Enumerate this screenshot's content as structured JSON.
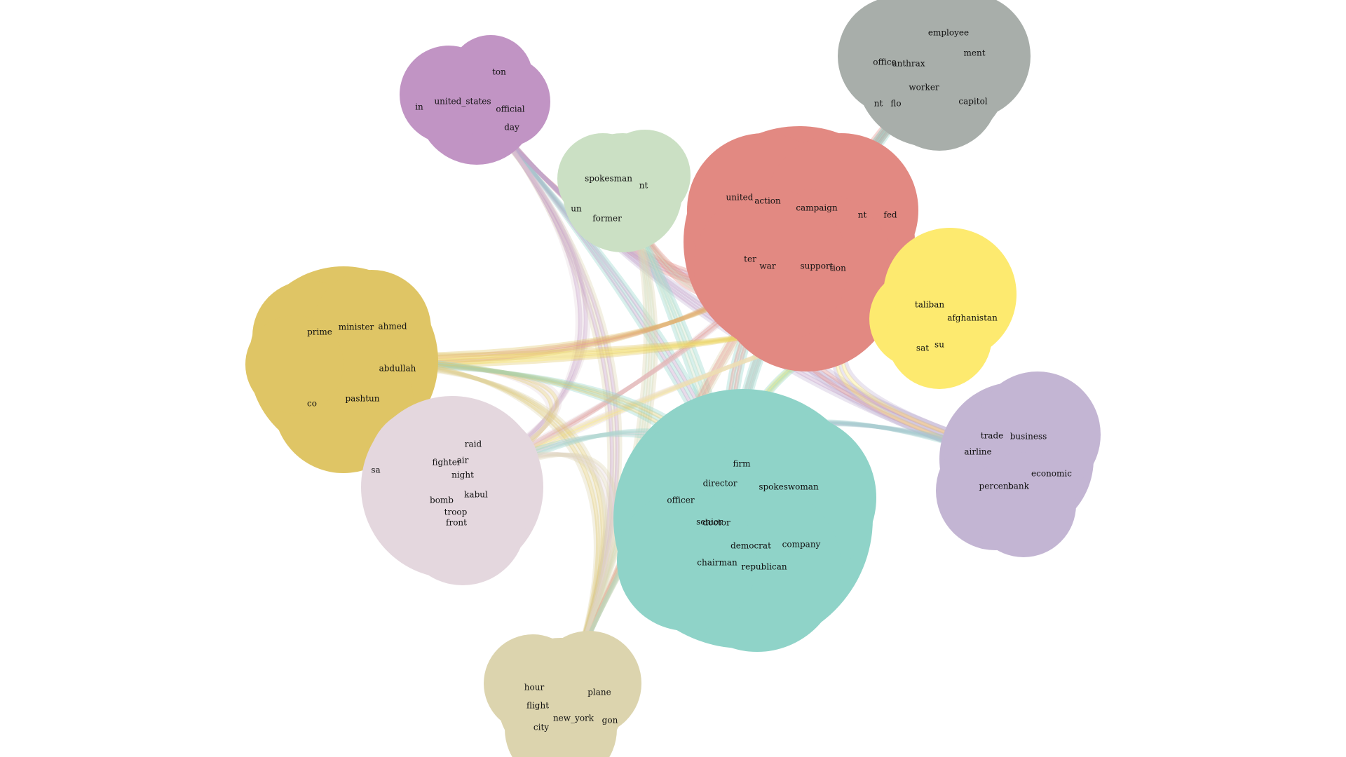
{
  "clusters": [
    {
      "id": "us",
      "color": "#c194c4",
      "words": [
        "united_states",
        "official",
        "ton",
        "day",
        "in"
      ]
    },
    {
      "id": "media",
      "color": "#cbe0c4",
      "words": [
        "spokesman",
        "nt",
        "former",
        "un"
      ]
    },
    {
      "id": "war",
      "color": "#e28982",
      "words": [
        "united",
        "action",
        "campaign",
        "fed",
        "ter",
        "war",
        "support",
        "tion",
        "nt"
      ]
    },
    {
      "id": "anthrax",
      "color": "#a8aeaa",
      "words": [
        "anthrax",
        "employee",
        "office",
        "ment",
        "worker",
        "capitol",
        "nt",
        "flo"
      ]
    },
    {
      "id": "taliban",
      "color": "#fdea6f",
      "words": [
        "taliban",
        "afghanistan",
        "sat",
        "su"
      ]
    },
    {
      "id": "alliance",
      "color": "#dfc565",
      "words": [
        "prime",
        "minister",
        "ahmed",
        "abdullah",
        "pashtun",
        "co"
      ]
    },
    {
      "id": "attack",
      "color": "#e4d7de",
      "words": [
        "raid",
        "fighter",
        "night",
        "kabul",
        "bomb",
        "troop",
        "front",
        "air",
        "sa"
      ]
    },
    {
      "id": "economy",
      "color": "#c3b5d3",
      "words": [
        "trade",
        "business",
        "airline",
        "economic",
        "percent",
        "bank"
      ]
    },
    {
      "id": "politics",
      "color": "#8fd3c8",
      "words": [
        "firm",
        "director",
        "spokeswoman",
        "officer",
        "senior",
        "doctor",
        "democrat",
        "company",
        "chairman",
        "republican"
      ]
    },
    {
      "id": "travel",
      "color": "#dcd4ae",
      "words": [
        "hour",
        "plane",
        "flight",
        "new_york",
        "city",
        "gon"
      ]
    }
  ]
}
